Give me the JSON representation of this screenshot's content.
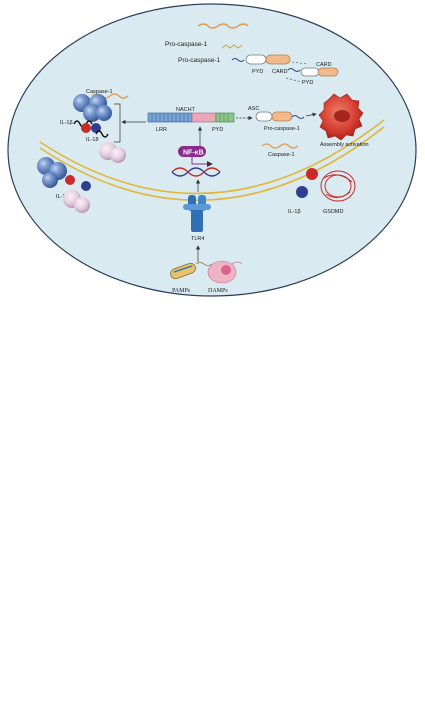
{
  "diagram": {
    "labels": {
      "pro_caspase_top1": "Pro-caspase-1",
      "pro_caspase_top2": "Pro-caspase-1",
      "pyd_top": "PYD",
      "card_top": "CARD",
      "card_right": "CARD",
      "pyd_right": "PYD",
      "caspase1_left": "Caspase-1",
      "il1b_left": "IL-1β",
      "il18_left_a": "IL-18",
      "il18_left_b": "IL-18",
      "nacht": "NACHT",
      "lrr": "LRR",
      "pyd_mid": "PYD",
      "asc": "ASC",
      "pro_caspase_mid": "Pro-caspase-1",
      "assembly": "Assembly activation",
      "caspase1_right": "Caspase-1",
      "nfkb": "NF-κB",
      "tlr4": "TLR4",
      "il1b_right": "IL-1β",
      "gsdmd": "GSDMD",
      "pamps": "PAMPs",
      "damps": "DAMPs"
    },
    "colors": {
      "cell_fill": "#d9ebf1",
      "cell_stroke": "#2d3f5c",
      "membrane": "#e2b63a",
      "nfkb": "#8a2a8f",
      "red_ball": "#c92b2b",
      "blue_ball": "#2f3f8f",
      "receptor": "#2f6fb3",
      "pyroptotic_cell": "#d23a2e",
      "card_orange": "#f2b98a"
    }
  }
}
